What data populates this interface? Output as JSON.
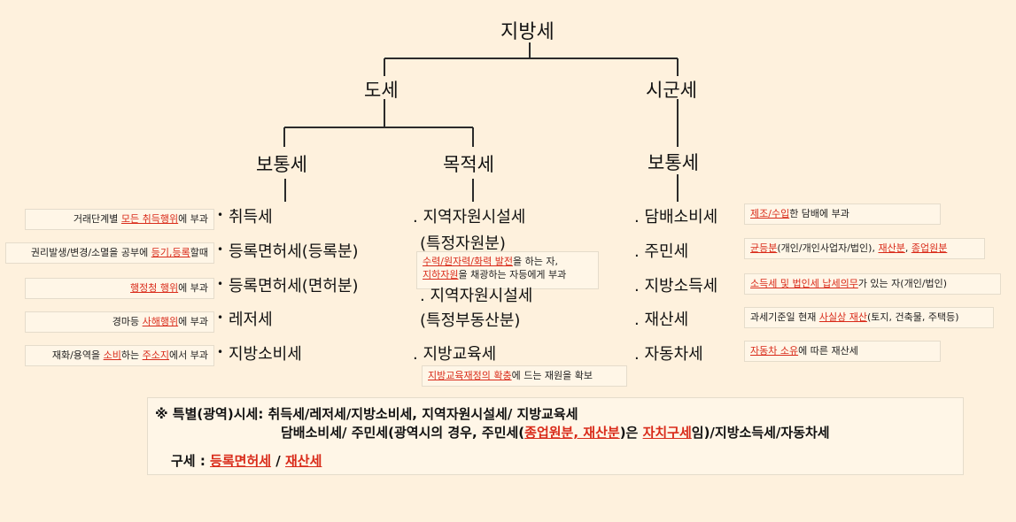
{
  "root": "지방세",
  "level1": {
    "left": "도세",
    "right": "시군세"
  },
  "level2": {
    "left": "보통세",
    "middle": "목적세",
    "right": "보통세"
  },
  "col1": [
    {
      "label": "취득세",
      "note_pre": "거래단계별 ",
      "note_hl": "모든 취득행위",
      "note_post": "에 부과"
    },
    {
      "label": "등록면허세(등록분)",
      "note_pre": "권리발생/변경/소멸을 공부에 ",
      "note_hl": "등기,등록",
      "note_post": "할때"
    },
    {
      "label": "등록면허세(면허분)",
      "note_pre": "",
      "note_hl": "행정청 행위",
      "note_post": "에 부과"
    },
    {
      "label": "레저세",
      "note_pre": "경마등 ",
      "note_hl": "사해행위",
      "note_post": "에 부과"
    },
    {
      "label": "지방소비세",
      "note_pre": "재화/용역을 ",
      "note_hl": "소비",
      "note_post": "하는 ",
      "note_hl2": "주소지",
      "note_post2": "에서 부과"
    }
  ],
  "col2": {
    "item1_line1": ". 지역자원시설세",
    "item1_line2": "(특정자원분)",
    "item1_note_hl1": "수력/원자력/화력 발전",
    "item1_note_post1": "을 하는 자,",
    "item1_note_hl2": "지하자원",
    "item1_note_post2": "을 채광하는 자등에게 부과",
    "item2_line1": ". 지역자원시설세",
    "item2_line2": "(특정부동산분)",
    "item3": ". 지방교육세",
    "item3_note_hl": "지방교육재정의 확충",
    "item3_note_post": "에 드는 재원을 확보"
  },
  "col3": [
    {
      "label": ". 담배소비세",
      "note_hl": "제조/수입",
      "note_post": "한 담배에 부과"
    },
    {
      "label": ". 주민세",
      "note_hl": "균등분",
      "note_post": "(개인/개인사업자/법인), ",
      "note_hl2": "재산분",
      "note_mid": ", ",
      "note_hl3": "종업원분"
    },
    {
      "label": ". 지방소득세",
      "note_hl": "소득세 및 법인세 납세의무",
      "note_post": "가 있는 자(개인/법인)"
    },
    {
      "label": ". 재산세",
      "note_pre": "과세기준일 현재 ",
      "note_hl": "사실상 재산",
      "note_post": "(토지, 건축물, 주택등)"
    },
    {
      "label": ". 자동차세",
      "note_hl": "자동차 소유",
      "note_post": "에 따른 재산세"
    }
  ],
  "footer": {
    "line1": "※ 특별(광역)시세: 취득세/레저세/지방소비세, 지역자원시설세/ 지방교육세",
    "line2_pre": "담배소비세/ 주민세(광역시의 경우, 주민세(",
    "line2_hl": "종업원분, 재산분",
    "line2_mid": ")은 ",
    "line2_hl2": "자치구세",
    "line2_post": "임)/지방소득세/자동차세",
    "line3_pre": "구세 : ",
    "line3_hl": "등록면허세",
    "line3_mid": " / ",
    "line3_hl2": "재산세"
  },
  "colors": {
    "background": "#fef1dd",
    "accent": "#d92b1a",
    "line": "#2b2b2b"
  }
}
